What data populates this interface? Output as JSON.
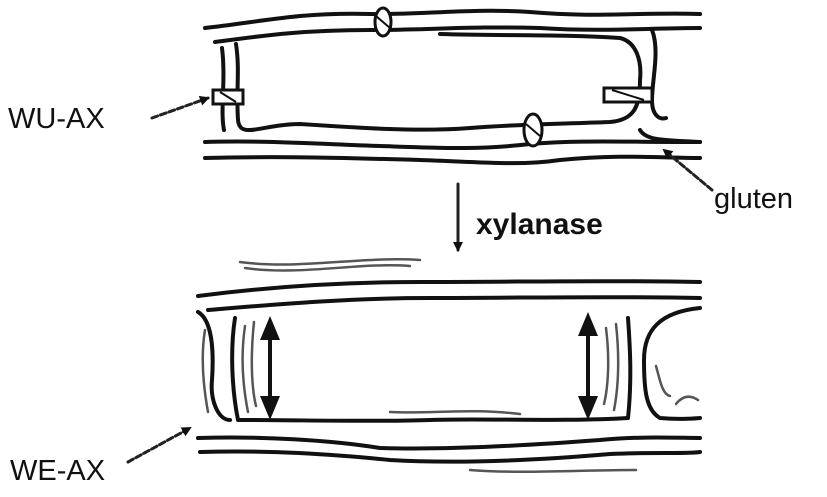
{
  "labels": {
    "wu_ax": "WU-AX",
    "gluten": "gluten",
    "xylanase": "xylanase",
    "we_ax": "WE-AX"
  },
  "colors": {
    "ink": "#111111",
    "background": "#ffffff"
  }
}
